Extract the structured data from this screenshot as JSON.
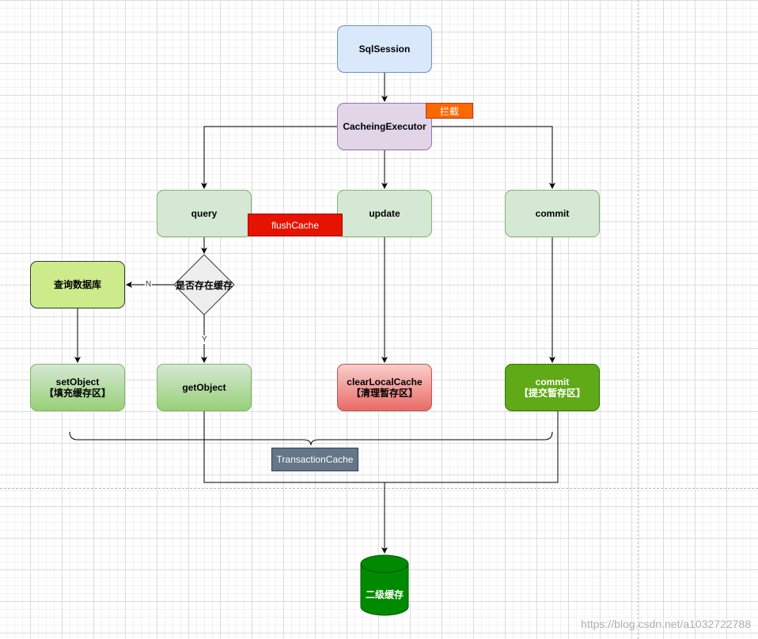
{
  "nodes": {
    "sqlsession": "SqlSession",
    "executor": "CacheingExecutor",
    "query": "query",
    "update": "update",
    "commit": "commit",
    "decision": "是否存在缓存",
    "query_db": "查询数据库",
    "setobject_line1": "setObject",
    "setobject_line2": "【填充缓存区】",
    "getobject": "getObject",
    "clearcache_line1": "clearLocalCache",
    "clearcache_line2": "【清理暂存区】",
    "commit2_line1": "commit",
    "commit2_line2": "【提交暂存区】",
    "l2cache": "二级缓存"
  },
  "tags": {
    "intercept": "拦截",
    "flushcache": "flushCache",
    "transactioncache": "TransactionCache"
  },
  "edge_labels": {
    "no": "N",
    "yes": "Y"
  },
  "watermark": "https://blog.csdn.net/a1032722788",
  "colors": {
    "blue_fill": "#dae8fc",
    "purple_fill": "#e1d5e7",
    "green_fill": "#d5e8d4",
    "lime_fill": "#cdeb8b",
    "red_gradient": "#ea6b66",
    "dark_green": "#60a917",
    "cylinder_green": "#008a00",
    "orange_tag": "#fa6800",
    "red_tag": "#e51400",
    "slate_tag": "#647687"
  }
}
